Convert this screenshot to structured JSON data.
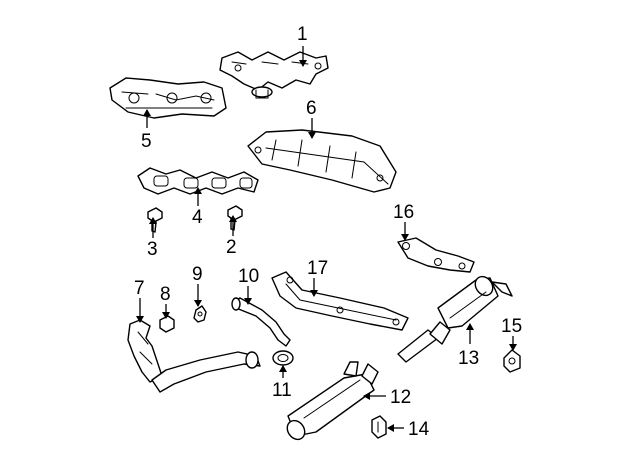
{
  "diagram": {
    "colors": {
      "line": "#000000",
      "background": "#ffffff"
    },
    "callouts": [
      "1",
      "2",
      "3",
      "4",
      "5",
      "6",
      "7",
      "8",
      "9",
      "10",
      "11",
      "12",
      "13",
      "14",
      "15",
      "16",
      "17"
    ]
  }
}
